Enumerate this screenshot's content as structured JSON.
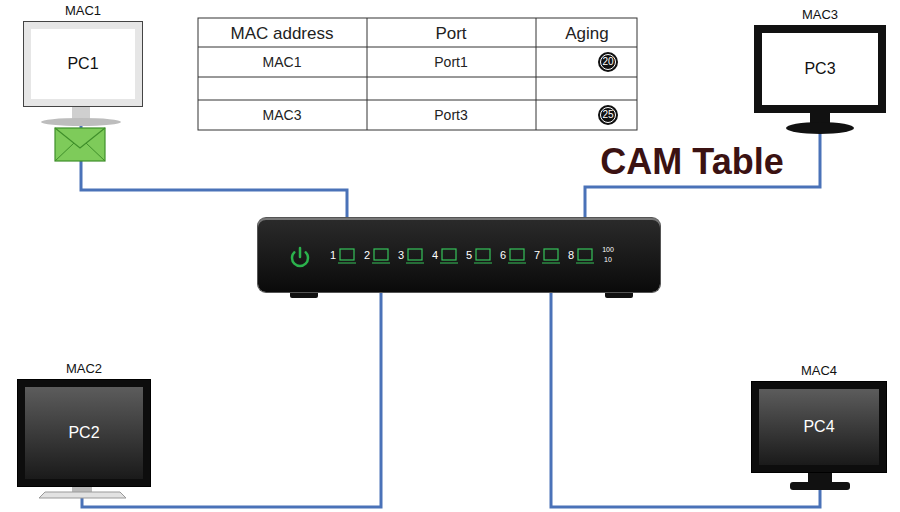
{
  "diagram": {
    "nodes": [
      {
        "text": [
          "MAC1",
          "PC1"
        ]
      },
      {
        "text": [
          "MAC3",
          "PC3"
        ]
      },
      {
        "text": [
          "1",
          "2",
          "3",
          "4",
          "5",
          "6",
          "7",
          "8",
          "100",
          "10"
        ]
      },
      {
        "text": [
          "MAC2",
          "PC2"
        ]
      },
      {
        "text": [
          "MAC4",
          "PC4"
        ]
      }
    ],
    "edges": [
      {
        "from": 0,
        "to": 2,
        "arrow": "none"
      },
      {
        "from": 1,
        "to": 2,
        "arrow": "none"
      },
      {
        "from": 3,
        "to": 2,
        "arrow": "none"
      },
      {
        "from": 4,
        "to": 2,
        "arrow": "none"
      }
    ],
    "labels": [
      "MAC address",
      "Port",
      "Aging",
      "MAC1",
      "Port1",
      "20",
      "MAC3",
      "Port3",
      "25",
      "CAM Table"
    ]
  }
}
